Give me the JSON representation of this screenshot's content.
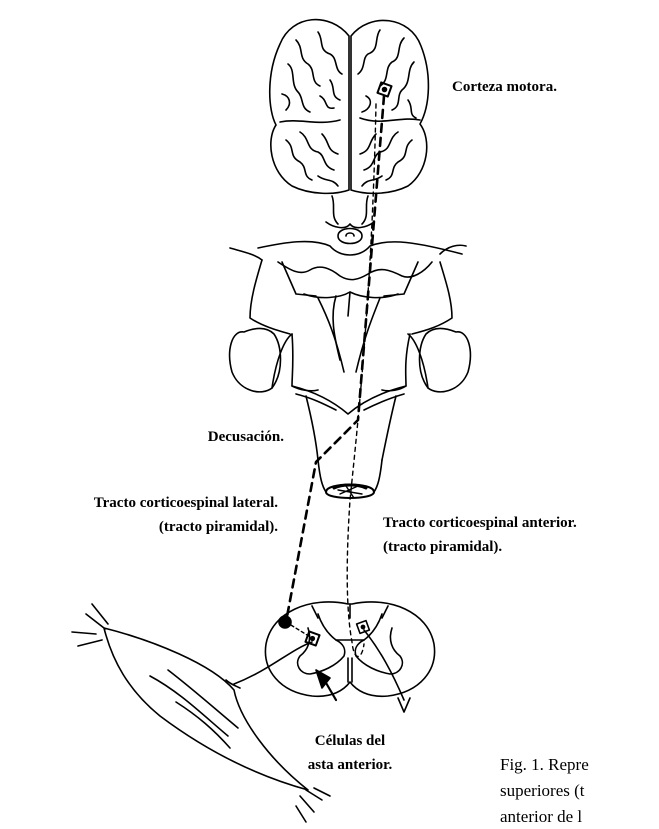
{
  "labels": {
    "motor_cortex": "Corteza motora.",
    "decussation": "Decusación.",
    "lateral_tract_line1": "Tracto corticoespinal lateral.",
    "lateral_tract_line2": "(tracto piramidal).",
    "anterior_tract_line1": "Tracto corticoespinal anterior.",
    "anterior_tract_line2": "(tracto piramidal).",
    "anterior_horn_line1": "Células del",
    "anterior_horn_line2": "asta anterior."
  },
  "caption": {
    "line1": "Fig. 1. Repre",
    "line2": "superiores (t",
    "line3": "anterior de l"
  },
  "colors": {
    "ink": "#000000",
    "paper": "#ffffff"
  }
}
